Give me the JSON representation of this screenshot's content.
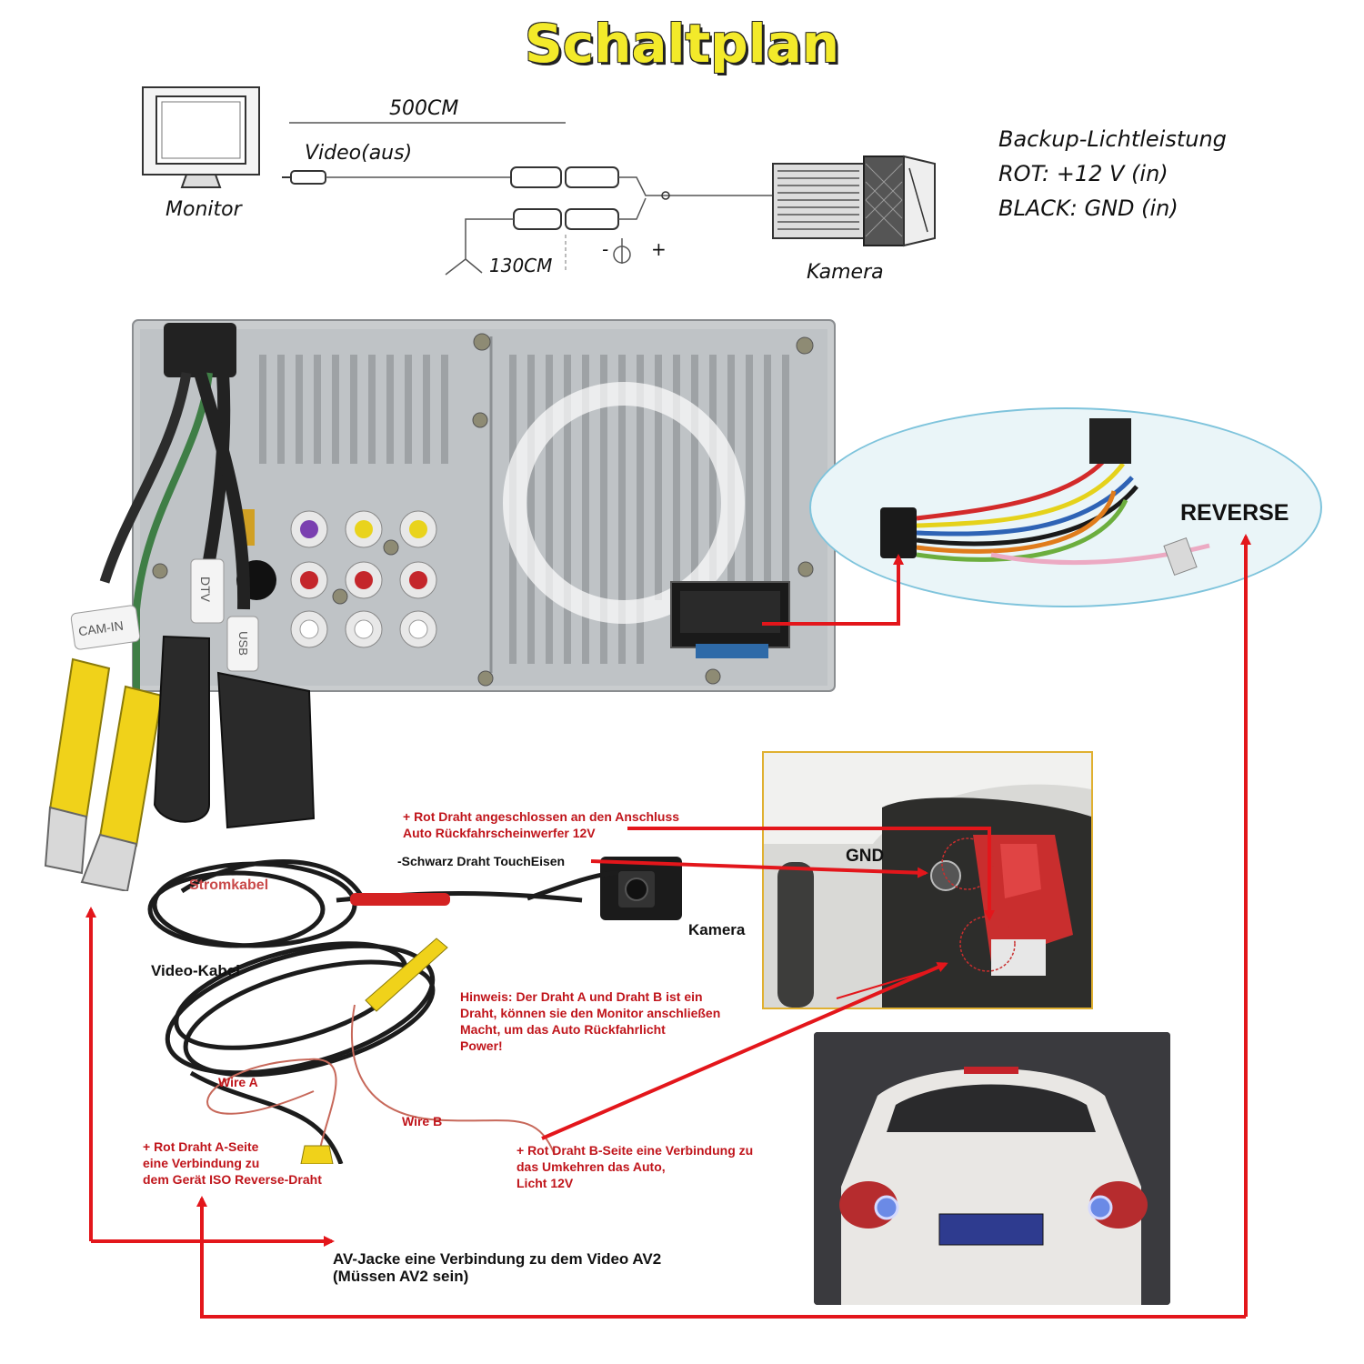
{
  "title": "Schaltplan",
  "top_diagram": {
    "monitor_label": "Monitor",
    "length_long": "500CM",
    "video_out": "Video(aus)",
    "length_short": "130CM",
    "camera_label": "Kamera",
    "minus_sign": "-",
    "plus_sign": "+"
  },
  "backup_spec": {
    "heading": "Backup-Lichtleistung",
    "red": "ROT: +12 V (in)",
    "black": "BLACK: GND (in)"
  },
  "unit_labels": {
    "cam_in": "CAM-IN",
    "dtv": "DTV",
    "usb": "USB"
  },
  "harness": {
    "reverse": "REVERSE"
  },
  "wiring": {
    "red_wire_note": "+ Rot Draht angeschlossen an den Anschluss\nAuto Rückfahrscheinwerfer 12V",
    "black_wire_note": "-Schwarz Draht TouchEisen",
    "power_cable": "Stromkabel",
    "camera": "Kamera",
    "video_cable": "Video-Kabel",
    "gnd": "GND",
    "hint": "Hinweis: Der Draht A und Draht B ist ein\nDraht, können sie den Monitor anschließen\nMacht, um das Auto Rückfahrlicht\nPower!",
    "wire_a": "Wire A",
    "wire_b": "Wire B",
    "wire_a_note": "+ Rot Draht A-Seite\neine Verbindung zu\ndem Gerät ISO Reverse-Draht",
    "wire_b_note": "+ Rot Draht B-Seite eine Verbindung zu\ndas Umkehren das Auto,\nLicht 12V",
    "av_jack": "AV-Jacke eine Verbindung zu dem Video AV2\n(Müssen AV2 sein)"
  },
  "colors": {
    "title_yellow": "#f3ea2a",
    "arrow_red": "#e3161b",
    "note_red": "#c0151b",
    "rca_yellow": "#f0d21a"
  }
}
